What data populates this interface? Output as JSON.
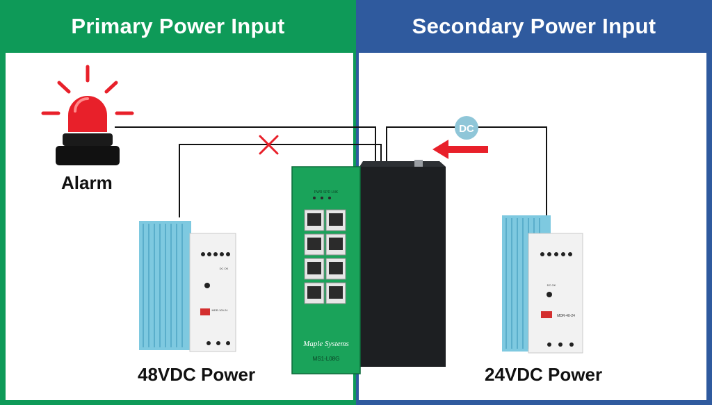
{
  "headers": {
    "primary": "Primary Power Input",
    "secondary": "Secondary Power Input"
  },
  "labels": {
    "alarm": "Alarm",
    "primary_supply": "48VDC Power",
    "secondary_supply": "24VDC Power",
    "dc_badge": "DC"
  },
  "switch": {
    "brand": "Maple Systems",
    "model": "MS1-L08G",
    "leds": "PWR  SPD  LNK"
  },
  "primary_supply": {
    "model": "MDR-100-24",
    "dc_ok": "DC OK"
  },
  "secondary_supply": {
    "model": "MDR-40-24",
    "dc_ok": "DC OK"
  },
  "colors": {
    "primary_green": "#0e9a58",
    "secondary_blue": "#2f5a9e",
    "alarm_red": "#e8202a",
    "switch_green": "#1aa35a",
    "dc_badge": "#8fc6d8"
  },
  "icons": {
    "alarm": "alarm-beacon-icon",
    "fault": "red-x-icon",
    "direction": "red-arrow-left-icon"
  }
}
